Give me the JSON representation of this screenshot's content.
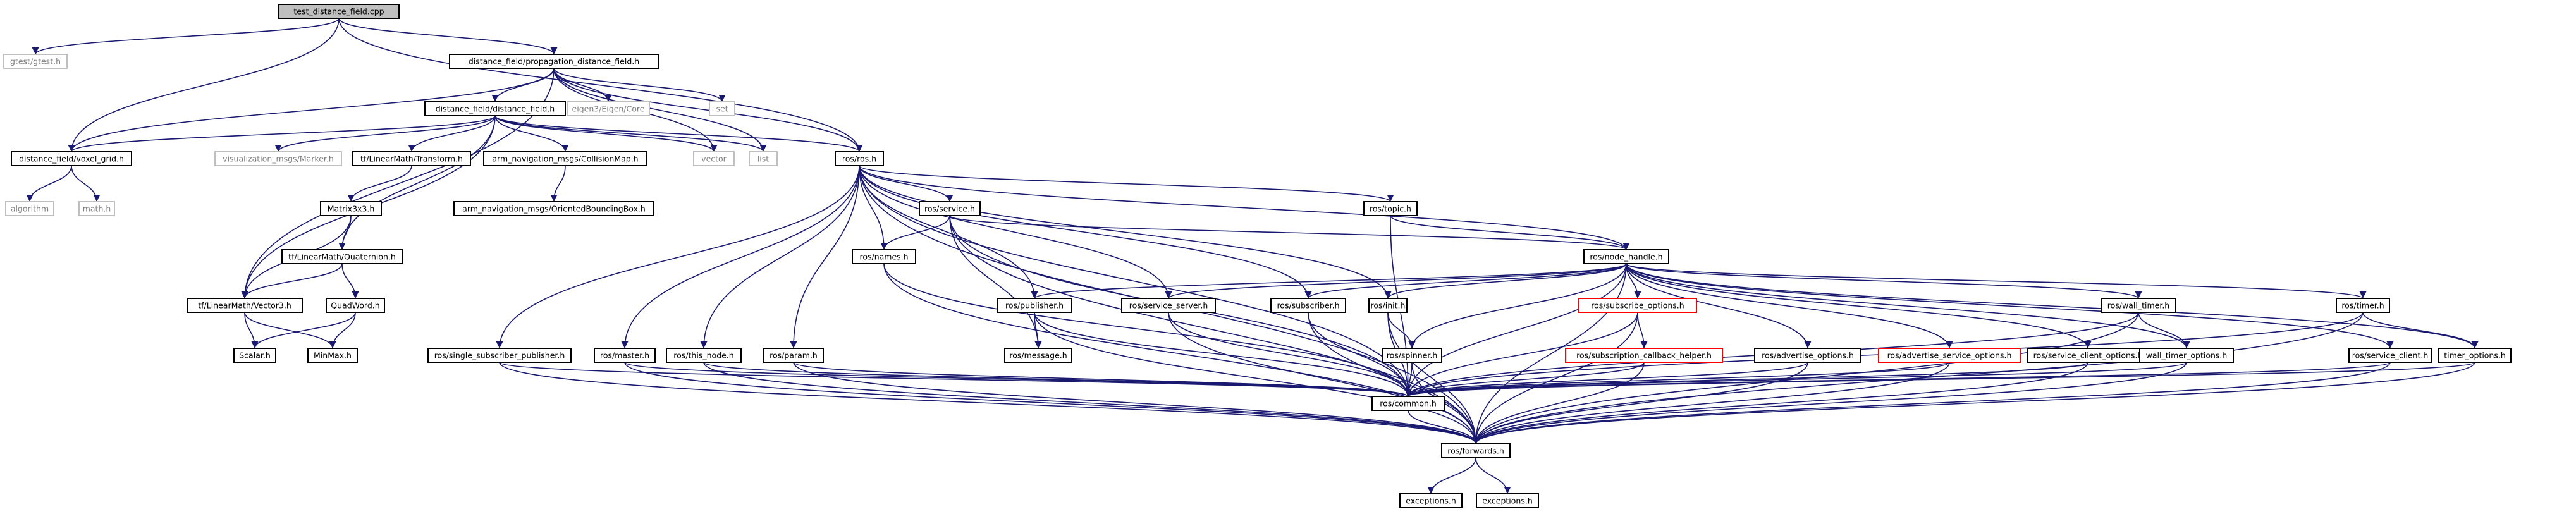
{
  "title": "test_distance_field.cpp",
  "colors": {
    "root_fill": "#bfbfbf",
    "documented_border": "#000000",
    "undocumented_border": "#bfbfbf",
    "red_border": "#ff0000",
    "edge": "#191970",
    "text": "#000000",
    "muted_text": "#7f7f7f"
  },
  "nodes": [
    {
      "id": "test_distance_field",
      "label": "test_distance_field.cpp",
      "style": "root"
    },
    {
      "id": "gtest",
      "label": "gtest/gtest.h",
      "style": "external"
    },
    {
      "id": "propagation",
      "label": "distance_field/propagation_distance_field.h",
      "style": "doc"
    },
    {
      "id": "distance_field_h",
      "label": "distance_field/distance_field.h",
      "style": "doc"
    },
    {
      "id": "eigen",
      "label": "eigen3/Eigen/Core",
      "style": "external"
    },
    {
      "id": "set",
      "label": "set",
      "style": "external"
    },
    {
      "id": "voxel_grid",
      "label": "distance_field/voxel_grid.h",
      "style": "doc"
    },
    {
      "id": "marker",
      "label": "visualization_msgs/Marker.h",
      "style": "external"
    },
    {
      "id": "transform",
      "label": "tf/LinearMath/Transform.h",
      "style": "doc"
    },
    {
      "id": "collision_map",
      "label": "arm_navigation_msgs/CollisionMap.h",
      "style": "doc"
    },
    {
      "id": "vector",
      "label": "vector",
      "style": "external"
    },
    {
      "id": "list",
      "label": "list",
      "style": "external"
    },
    {
      "id": "ros_ros",
      "label": "ros/ros.h",
      "style": "doc"
    },
    {
      "id": "algorithm",
      "label": "algorithm",
      "style": "external"
    },
    {
      "id": "math",
      "label": "math.h",
      "style": "external"
    },
    {
      "id": "matrix3x3",
      "label": "Matrix3x3.h",
      "style": "doc"
    },
    {
      "id": "obb",
      "label": "arm_navigation_msgs/OrientedBoundingBox.h",
      "style": "doc"
    },
    {
      "id": "quaternion",
      "label": "tf/LinearMath/Quaternion.h",
      "style": "doc"
    },
    {
      "id": "vector3",
      "label": "tf/LinearMath/Vector3.h",
      "style": "doc"
    },
    {
      "id": "quadword",
      "label": "QuadWord.h",
      "style": "doc"
    },
    {
      "id": "scalar",
      "label": "Scalar.h",
      "style": "doc"
    },
    {
      "id": "minmax",
      "label": "MinMax.h",
      "style": "doc"
    },
    {
      "id": "service",
      "label": "ros/service.h",
      "style": "doc"
    },
    {
      "id": "topic",
      "label": "ros/topic.h",
      "style": "doc"
    },
    {
      "id": "names",
      "label": "ros/names.h",
      "style": "doc"
    },
    {
      "id": "node_handle",
      "label": "ros/node_handle.h",
      "style": "doc"
    },
    {
      "id": "publisher",
      "label": "ros/publisher.h",
      "style": "doc"
    },
    {
      "id": "service_server",
      "label": "ros/service_server.h",
      "style": "doc"
    },
    {
      "id": "subscriber",
      "label": "ros/subscriber.h",
      "style": "doc"
    },
    {
      "id": "init",
      "label": "ros/init.h",
      "style": "doc"
    },
    {
      "id": "subscribe_options",
      "label": "ros/subscribe_options.h",
      "style": "red"
    },
    {
      "id": "wall_timer",
      "label": "ros/wall_timer.h",
      "style": "doc"
    },
    {
      "id": "timer",
      "label": "ros/timer.h",
      "style": "doc"
    },
    {
      "id": "single_sub_pub",
      "label": "ros/single_subscriber_publisher.h",
      "style": "doc"
    },
    {
      "id": "master",
      "label": "ros/master.h",
      "style": "doc"
    },
    {
      "id": "this_node",
      "label": "ros/this_node.h",
      "style": "doc"
    },
    {
      "id": "param",
      "label": "ros/param.h",
      "style": "doc"
    },
    {
      "id": "message",
      "label": "ros/message.h",
      "style": "doc"
    },
    {
      "id": "spinner",
      "label": "ros/spinner.h",
      "style": "doc"
    },
    {
      "id": "sub_callback_helper",
      "label": "ros/subscription_callback_helper.h",
      "style": "red"
    },
    {
      "id": "advertise_options",
      "label": "ros/advertise_options.h",
      "style": "doc"
    },
    {
      "id": "advertise_service_options",
      "label": "ros/advertise_service_options.h",
      "style": "red"
    },
    {
      "id": "service_client_options",
      "label": "ros/service_client_options.h",
      "style": "doc"
    },
    {
      "id": "wall_timer_options",
      "label": "wall_timer_options.h",
      "style": "doc"
    },
    {
      "id": "service_client",
      "label": "ros/service_client.h",
      "style": "doc"
    },
    {
      "id": "timer_options",
      "label": "timer_options.h",
      "style": "doc"
    },
    {
      "id": "common",
      "label": "ros/common.h",
      "style": "doc"
    },
    {
      "id": "forwards",
      "label": "ros/forwards.h",
      "style": "doc"
    },
    {
      "id": "exceptions1",
      "label": "exceptions.h",
      "style": "doc"
    },
    {
      "id": "exceptions2",
      "label": "exceptions.h",
      "style": "doc"
    }
  ],
  "edges": [
    [
      "test_distance_field",
      "gtest"
    ],
    [
      "test_distance_field",
      "propagation"
    ],
    [
      "test_distance_field",
      "voxel_grid"
    ],
    [
      "test_distance_field",
      "ros_ros"
    ],
    [
      "propagation",
      "distance_field_h"
    ],
    [
      "propagation",
      "eigen"
    ],
    [
      "propagation",
      "set"
    ],
    [
      "propagation",
      "voxel_grid"
    ],
    [
      "propagation",
      "vector3"
    ],
    [
      "propagation",
      "vector"
    ],
    [
      "propagation",
      "list"
    ],
    [
      "propagation",
      "ros_ros"
    ],
    [
      "distance_field_h",
      "voxel_grid"
    ],
    [
      "distance_field_h",
      "marker"
    ],
    [
      "distance_field_h",
      "transform"
    ],
    [
      "distance_field_h",
      "collision_map"
    ],
    [
      "distance_field_h",
      "vector"
    ],
    [
      "distance_field_h",
      "list"
    ],
    [
      "distance_field_h",
      "ros_ros"
    ],
    [
      "distance_field_h",
      "vector3"
    ],
    [
      "distance_field_h",
      "quaternion"
    ],
    [
      "voxel_grid",
      "algorithm"
    ],
    [
      "voxel_grid",
      "math"
    ],
    [
      "transform",
      "matrix3x3"
    ],
    [
      "collision_map",
      "obb"
    ],
    [
      "matrix3x3",
      "quaternion"
    ],
    [
      "matrix3x3",
      "vector3"
    ],
    [
      "quaternion",
      "vector3"
    ],
    [
      "quaternion",
      "quadword"
    ],
    [
      "vector3",
      "scalar"
    ],
    [
      "vector3",
      "minmax"
    ],
    [
      "quadword",
      "scalar"
    ],
    [
      "quadword",
      "minmax"
    ],
    [
      "ros_ros",
      "service"
    ],
    [
      "ros_ros",
      "topic"
    ],
    [
      "ros_ros",
      "names"
    ],
    [
      "ros_ros",
      "node_handle"
    ],
    [
      "ros_ros",
      "publisher"
    ],
    [
      "ros_ros",
      "service_server"
    ],
    [
      "ros_ros",
      "subscriber"
    ],
    [
      "ros_ros",
      "init"
    ],
    [
      "ros_ros",
      "single_sub_pub"
    ],
    [
      "ros_ros",
      "master"
    ],
    [
      "ros_ros",
      "this_node"
    ],
    [
      "ros_ros",
      "param"
    ],
    [
      "ros_ros",
      "common"
    ],
    [
      "ros_ros",
      "forwards"
    ],
    [
      "service",
      "names"
    ],
    [
      "service",
      "node_handle"
    ],
    [
      "service",
      "message"
    ],
    [
      "service",
      "common"
    ],
    [
      "service",
      "forwards"
    ],
    [
      "topic",
      "node_handle"
    ],
    [
      "topic",
      "common"
    ],
    [
      "names",
      "common"
    ],
    [
      "names",
      "forwards"
    ],
    [
      "node_handle",
      "publisher"
    ],
    [
      "node_handle",
      "service_server"
    ],
    [
      "node_handle",
      "subscriber"
    ],
    [
      "node_handle",
      "init"
    ],
    [
      "node_handle",
      "spinner"
    ],
    [
      "node_handle",
      "subscribe_options"
    ],
    [
      "node_handle",
      "advertise_options"
    ],
    [
      "node_handle",
      "advertise_service_options"
    ],
    [
      "node_handle",
      "service_client_options"
    ],
    [
      "node_handle",
      "wall_timer"
    ],
    [
      "node_handle",
      "wall_timer_options"
    ],
    [
      "node_handle",
      "timer"
    ],
    [
      "node_handle",
      "service_client"
    ],
    [
      "node_handle",
      "timer_options"
    ],
    [
      "node_handle",
      "common"
    ],
    [
      "node_handle",
      "forwards"
    ],
    [
      "publisher",
      "message"
    ],
    [
      "publisher",
      "common"
    ],
    [
      "publisher",
      "forwards"
    ],
    [
      "service_server",
      "common"
    ],
    [
      "service_server",
      "forwards"
    ],
    [
      "subscriber",
      "common"
    ],
    [
      "subscriber",
      "forwards"
    ],
    [
      "init",
      "spinner"
    ],
    [
      "init",
      "common"
    ],
    [
      "init",
      "forwards"
    ],
    [
      "subscribe_options",
      "sub_callback_helper"
    ],
    [
      "subscribe_options",
      "common"
    ],
    [
      "subscribe_options",
      "forwards"
    ],
    [
      "sub_callback_helper",
      "common"
    ],
    [
      "sub_callback_helper",
      "forwards"
    ],
    [
      "advertise_options",
      "common"
    ],
    [
      "advertise_options",
      "forwards"
    ],
    [
      "advertise_service_options",
      "common"
    ],
    [
      "advertise_service_options",
      "forwards"
    ],
    [
      "service_client_options",
      "common"
    ],
    [
      "service_client_options",
      "forwards"
    ],
    [
      "wall_timer",
      "wall_timer_options"
    ],
    [
      "wall_timer",
      "common"
    ],
    [
      "wall_timer",
      "forwards"
    ],
    [
      "wall_timer_options",
      "common"
    ],
    [
      "wall_timer_options",
      "forwards"
    ],
    [
      "timer",
      "timer_options"
    ],
    [
      "timer",
      "common"
    ],
    [
      "timer",
      "forwards"
    ],
    [
      "timer_options",
      "common"
    ],
    [
      "timer_options",
      "forwards"
    ],
    [
      "service_client",
      "common"
    ],
    [
      "service_client",
      "forwards"
    ],
    [
      "single_sub_pub",
      "common"
    ],
    [
      "single_sub_pub",
      "forwards"
    ],
    [
      "master",
      "common"
    ],
    [
      "master",
      "forwards"
    ],
    [
      "this_node",
      "common"
    ],
    [
      "this_node",
      "forwards"
    ],
    [
      "param",
      "common"
    ],
    [
      "param",
      "forwards"
    ],
    [
      "spinner",
      "common"
    ],
    [
      "spinner",
      "forwards"
    ],
    [
      "common",
      "forwards"
    ],
    [
      "forwards",
      "exceptions1"
    ],
    [
      "forwards",
      "exceptions2"
    ]
  ]
}
